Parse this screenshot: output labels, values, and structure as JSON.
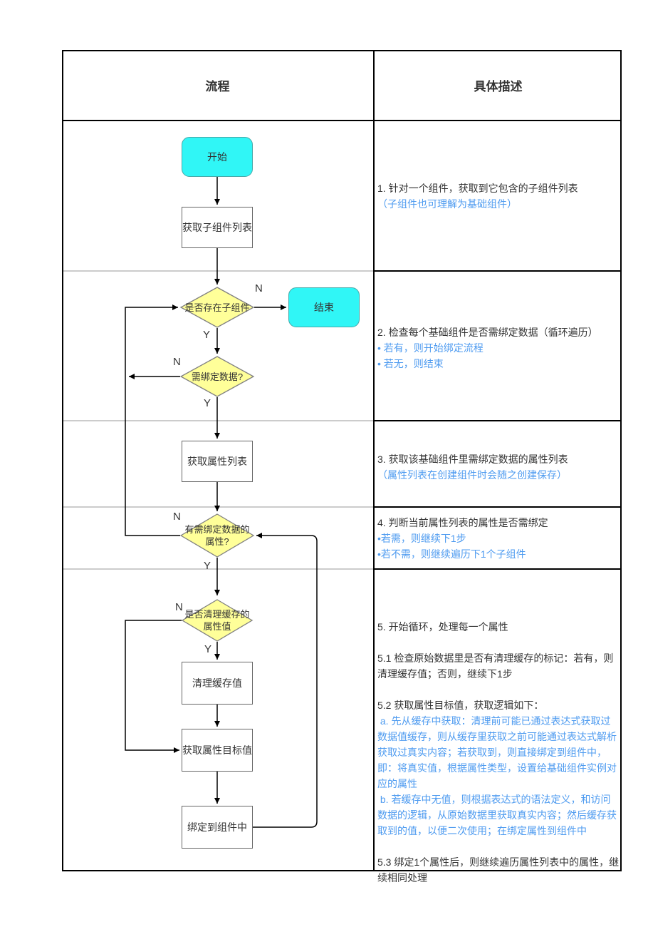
{
  "header": {
    "process": "流程",
    "description": "具体描述"
  },
  "flow": {
    "nodes": {
      "start": {
        "label": "开始"
      },
      "get_children": {
        "label": "获取子组件列表"
      },
      "has_children": {
        "label": "是否存在子组件"
      },
      "end_node": {
        "label": "结束"
      },
      "need_bind": {
        "label": "需绑定数据?"
      },
      "get_props": {
        "label": "获取属性列表"
      },
      "has_bind_props": {
        "line1": "有需绑定数据的",
        "line2": "属性?"
      },
      "clear_cache": {
        "line1": "是否清理缓存的",
        "line2": "属性值"
      },
      "clear_value": {
        "label": "清理缓存值"
      },
      "get_target": {
        "label": "获取属性目标值"
      },
      "bind_comp": {
        "label": "绑定到组件中"
      }
    },
    "branches": {
      "n1": "N",
      "y1": "Y",
      "n2": "N",
      "y2": "Y",
      "n3": "N",
      "y3": "Y",
      "n4": "N",
      "y4": "Y"
    }
  },
  "desc": {
    "s1": {
      "main": "1. 针对一个组件，获取到它包含的子组件列表",
      "note": "（子组件也可理解为基础组件）"
    },
    "s2": {
      "main": "2. 检查每个基础组件是否需绑定数据（循环遍历）",
      "b1": "• 若有，则开始绑定流程",
      "b2": "• 若无，则结束"
    },
    "s3": {
      "main": "3. 获取该基础组件里需绑定数据的属性列表",
      "note": "（属性列表在创建组件时会随之创建保存）"
    },
    "s4": {
      "main": "4. 判断当前属性列表的属性是否需绑定",
      "b1": "•若需，则继续下1步",
      "b2": "•若不需，则继续遍历下1个子组件"
    },
    "s5": {
      "p1": "5. 开始循环，处理每一个属性",
      "p2": "5.1 检查原始数据里是否有清理缓存的标记：若有，则清理缓存值；否则，继续下1步",
      "p3": "5.2 获取属性目标值，获取逻辑如下：",
      "pa": " a. 先从缓存中获取：清理前可能已通过表达式获取过数据值缓存，则从缓存里获取之前可能通过表达式解析获取过真实内容；若获取到，则直接绑定到组件中，即：将真实值，根据属性类型，设置给基础组件实例对应的属性",
      "pb": " b. 若缓存中无值，则根据表达式的语法定义，和访问数据的逻辑，从原始数据里获取真实内容；然后缓存获取到的值，以便二次使用；在绑定属性到组件中",
      "p4": "5.3 绑定1个属性后，则继续遍历属性列表中的属性，继续相同处理"
    }
  },
  "colors": {
    "terminal_fill": "#30F6F6",
    "decision_fill": "#FFFF99",
    "process_fill": "#FFFFFF",
    "line": "#000000",
    "blue_text": "#4E9BF0",
    "dark_text": "#333333",
    "light_grid": "#CCCCCC"
  }
}
